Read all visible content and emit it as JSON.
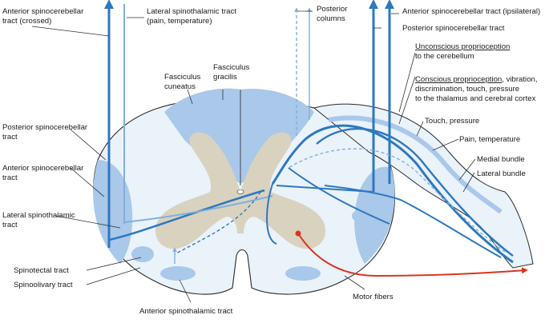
{
  "colors": {
    "white_matter_light": "#eaf2fa",
    "tract_blue": "#a9c8ea",
    "gray_matter": "#d9d2bf",
    "fiber_blue": "#2e78bf",
    "fiber_blue_light": "#7fb0de",
    "motor_red": "#d8351f",
    "leader": "#333333"
  },
  "labels": {
    "ant_spinocerebellar_crossed": [
      "Anterior spinocerebellar",
      "tract (crossed)"
    ],
    "lat_spinothalamic_top": [
      "Lateral spinothalamic tract",
      "(pain, temperature)"
    ],
    "posterior_columns": [
      "Posterior",
      "columns"
    ],
    "ant_spinocerebellar_ipsi": "Anterior spinocerebellar tract (ipsilateral)",
    "post_spinocerebellar_right": "Posterior spinocerebellar tract",
    "unconscious_title": "Unconscious proprioception",
    "unconscious_rest": "to the cerebellum",
    "conscious_title": "Conscious proprioception",
    "conscious_rest": [
      ", vibration,",
      "discrimination, touch, pressure",
      "to the thalamus and cerebral cortex"
    ],
    "fasciculus_cuneatus": [
      "Fasciculus",
      "cuneatus"
    ],
    "fasciculus_gracilis": [
      "Fasciculus",
      "gracilis"
    ],
    "post_spinocerebellar_left": [
      "Posterior spinocerebellar",
      "tract"
    ],
    "ant_spinocerebellar_left": [
      "Anterior spinocerebellar",
      "tract"
    ],
    "lat_spinothalamic_left": [
      "Lateral spinothalamic",
      "tract"
    ],
    "touch_pressure": "Touch, pressure",
    "pain_temperature": "Pain, temperature",
    "medial_bundle": "Medial bundle",
    "lateral_bundle": "Lateral bundle",
    "spinotectal": "Spinotectal tract",
    "spinoolivary": "Spinoolivary tract",
    "ant_spinothalamic": "Anterior spinothalamic tract",
    "motor_fibers": "Motor fibers"
  }
}
